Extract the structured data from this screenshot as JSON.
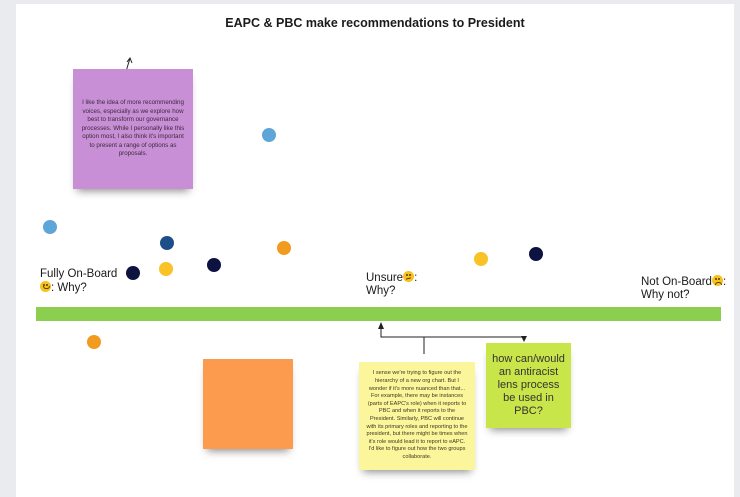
{
  "board": {
    "title": "EAPC & PBC make recommendations to President"
  },
  "stickies": {
    "purple": "I like the idea of more recommending voices, especially as we explore how best to transform our governance processes. While I personally like this option most, I also think it's important to present a range of options as proposals.",
    "yellow": "I sense we're trying to figure out the hierarchy of a new org chart.  But I wonder if it's more nuanced than that... For example, there may be instances (parts of EAPC's role) when it reports to PBC and when it reports to the President.  Similarly, PBC will continue with its primary roles and reporting to the president, but there might be times when it's role would lead it to report to eAPC.  I'd like to figure out how the two groups collaborate.",
    "green": "how can/would an antiracist lens process be used in PBC?",
    "orange": ""
  },
  "scale": {
    "left_label_a": "Fully On-Board",
    "left_label_b": ": Why?",
    "middle_label_a": "Unsure",
    "middle_label_b": ":",
    "middle_label_c": "Why?",
    "right_label_a": "Not On-Board",
    "right_label_b": ":",
    "right_label_c": "Why not?"
  },
  "colors": {
    "bar": "#8ccf4f",
    "purple_sticky": "#c98fd6",
    "orange_sticky": "#fc9a4d",
    "yellow_sticky": "#fbf59b",
    "green_sticky": "#c8e54a"
  }
}
